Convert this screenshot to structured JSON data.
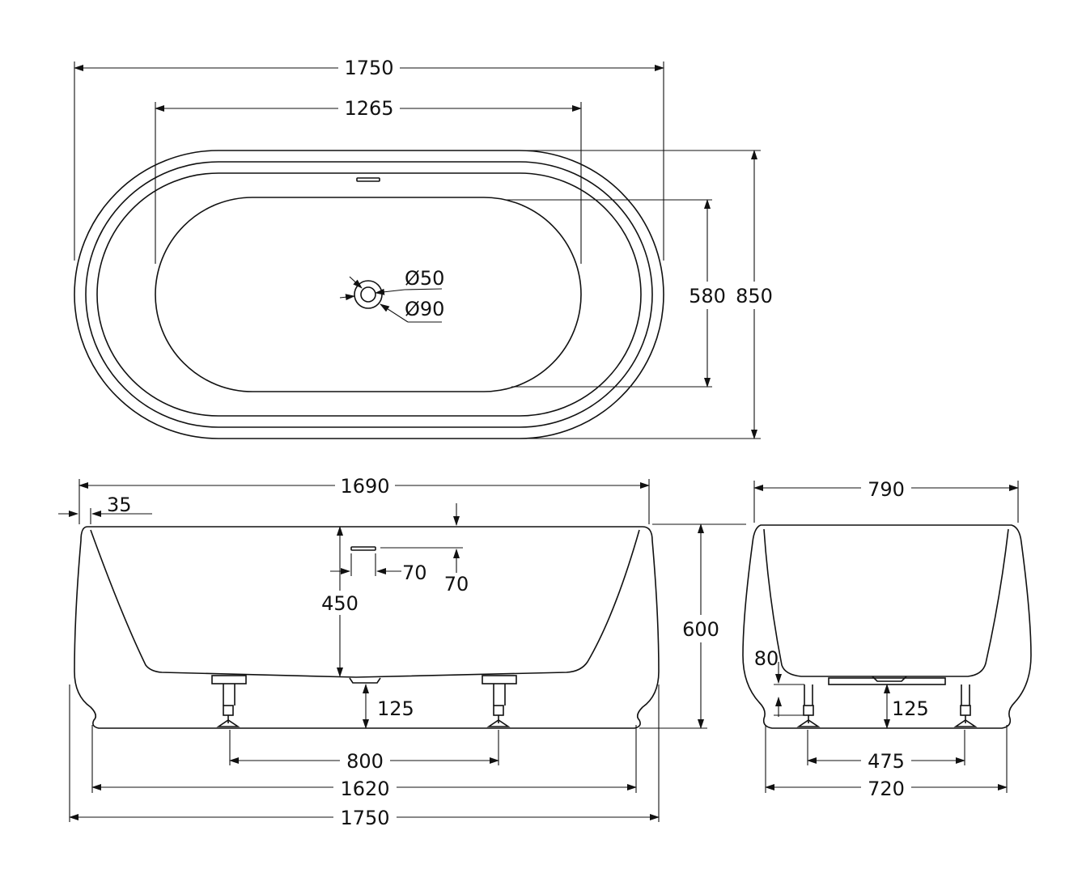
{
  "top_view": {
    "overall_length": "1750",
    "inner_length": "1265",
    "overall_width": "850",
    "inner_width": "580",
    "drain_inner_diameter": "Ø50",
    "drain_outer_diameter": "Ø90"
  },
  "front_view": {
    "top_length": "1690",
    "rim_offset": "35",
    "overflow_offset_x": "70",
    "overflow_offset_y": "70",
    "inner_depth": "450",
    "overall_height": "600",
    "leg_clearance": "125",
    "leg_spacing": "800",
    "base_length": "1620",
    "overall_length": "1750"
  },
  "side_view": {
    "top_width": "790",
    "foot_height": "80",
    "leg_clearance": "125",
    "leg_spacing": "475",
    "base_width": "720"
  },
  "colors": {
    "line": "#111111",
    "background": "#ffffff"
  }
}
